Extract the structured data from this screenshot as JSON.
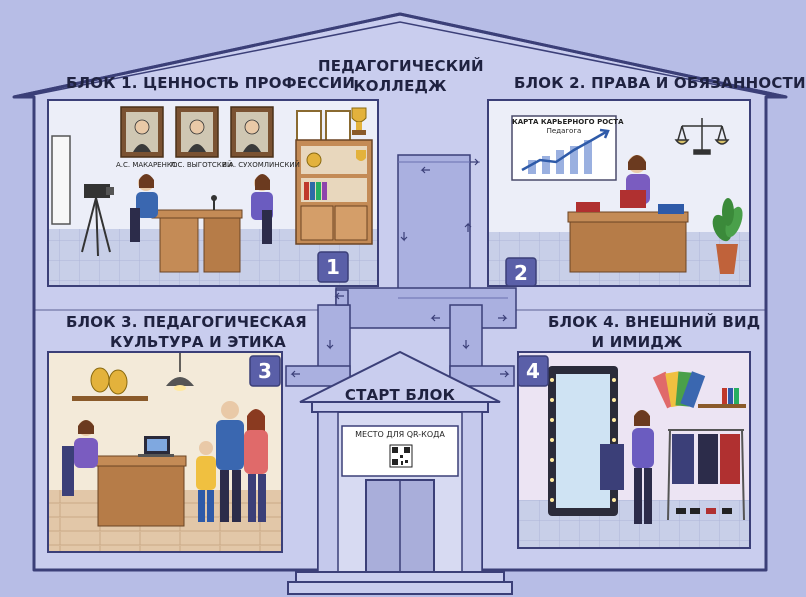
{
  "building": {
    "title_line1": "ПЕДАГОГИЧЕСКИЙ",
    "title_line2": "КОЛЛЕДЖ"
  },
  "blocks": [
    {
      "number": "1",
      "title": "БЛОК 1. ЦЕННОСТЬ ПРОФЕССИИ"
    },
    {
      "number": "2",
      "title": "БЛОК 2. ПРАВА И ОБЯЗАННОСТИ"
    },
    {
      "number": "3",
      "title_line1": "БЛОК 3. ПЕДАГОГИЧЕСКАЯ",
      "title_line2": "КУЛЬТУРА И ЭТИКА"
    },
    {
      "number": "4",
      "title_line1": "БЛОК 4. ВНЕШНИЙ ВИД",
      "title_line2": "И ИМИДЖ"
    }
  ],
  "portraits": [
    "А.С. МАКАРЕНКО",
    "Л.С. ВЫГОТСКИЙ",
    "В.А. СУХОМЛИНСКИЙ"
  ],
  "career_chart": {
    "title_line1": "КАРТА КАРЬЕРНОГО РОСТА",
    "title_line2": "Педагога"
  },
  "start": {
    "title": "СТАРТ БЛОК",
    "qr_label": "МЕСТО ДЛЯ QR-КОДА"
  },
  "colors": {
    "background": "#b7bde6",
    "building": "#c9cdee",
    "outline": "#3b3f78",
    "badge": "#5a5fa8",
    "corridor": "#aab0e0"
  }
}
